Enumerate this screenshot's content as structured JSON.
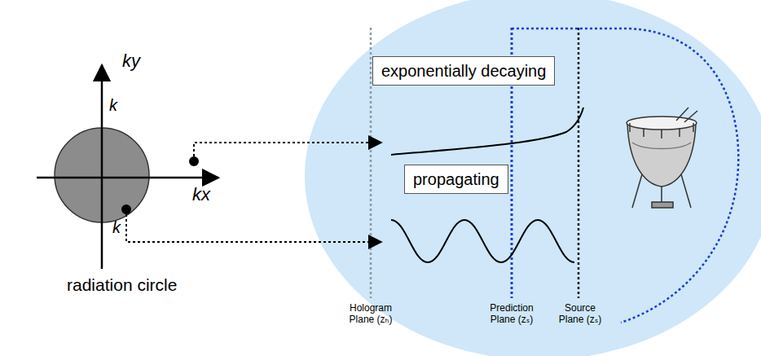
{
  "diagram": {
    "nodes": [
      {
        "text": [
          "exponentially decaying"
        ]
      },
      {
        "text": [
          "propagating"
        ]
      }
    ],
    "labels": [
      "ky",
      "kx",
      "k",
      "k",
      "radiation circle",
      "Hologram Plane (zₕ)",
      "Prediction Plane (zₛ)",
      "Source Plane (zₛ)"
    ]
  }
}
